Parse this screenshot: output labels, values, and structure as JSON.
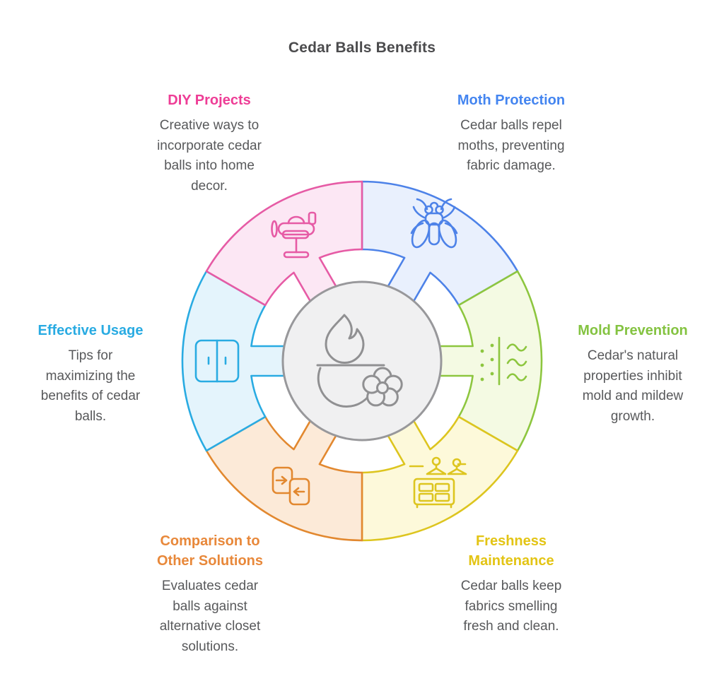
{
  "title": "Cedar Balls Benefits",
  "background": "#ffffff",
  "center": {
    "icon": "aroma-burner-flower-icon",
    "fill": "#f0f0f1",
    "stroke": "#98989b",
    "icon_color": "#909092"
  },
  "segments": [
    {
      "id": "moth-protection",
      "heading": "Moth Protection",
      "body": "Cedar balls repel\nmoths, preventing\nfabric damage.",
      "heading_color": "#4485f0",
      "fill": "#e9f0fd",
      "stroke": "#4d82e8",
      "icon": "moth-icon"
    },
    {
      "id": "mold-prevention",
      "heading": "Mold Prevention",
      "body": "Cedar's natural\nproperties inhibit\nmold and mildew\ngrowth.",
      "heading_color": "#84c341",
      "fill": "#f4fae3",
      "stroke": "#8dc63f",
      "icon": "air-flow-icon"
    },
    {
      "id": "freshness-maintenance",
      "heading": "Freshness\nMaintenance",
      "body": "Cedar balls keep\nfabrics smelling\nfresh and clean.",
      "heading_color": "#e3c414",
      "fill": "#fdf9da",
      "stroke": "#ddc51f",
      "icon": "closet-dresser-icon"
    },
    {
      "id": "comparison-to-other-solutions",
      "heading": "Comparison to\nOther Solutions",
      "body": "Evaluates cedar\nballs against\nalternative closet\nsolutions.",
      "heading_color": "#e8883a",
      "fill": "#fcead8",
      "stroke": "#e2882f",
      "icon": "compare-arrows-icon"
    },
    {
      "id": "effective-usage",
      "heading": "Effective Usage",
      "body": "Tips for\nmaximizing the\nbenefits of cedar\nballs.",
      "heading_color": "#29abe2",
      "fill": "#e4f4fc",
      "stroke": "#29abe2",
      "icon": "wardrobe-icon"
    },
    {
      "id": "diy-projects",
      "heading": "DIY Projects",
      "body": "Creative ways to\nincorporate cedar\nballs into home\ndecor.",
      "heading_color": "#ee3d96",
      "fill": "#fce7f4",
      "stroke": "#e65ba5",
      "icon": "model-airplane-icon"
    }
  ]
}
